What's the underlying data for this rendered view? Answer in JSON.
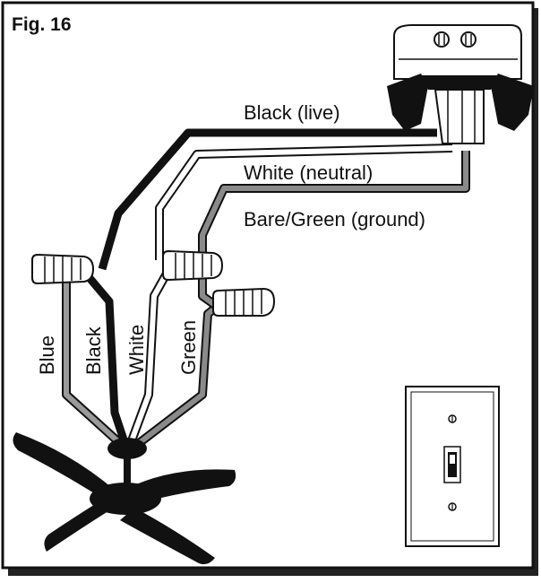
{
  "figure": {
    "label": "Fig. 16"
  },
  "supply_wires": {
    "live": "Black (live)",
    "neutral": "White (neutral)",
    "ground": "Bare/Green (ground)"
  },
  "fan_wires": {
    "blue": "Blue",
    "black": "Black",
    "white": "White",
    "green": "Green"
  },
  "colors": {
    "black_wire": "#111111",
    "white_wire": "#ffffff",
    "ground_wire": "#8a8a8a",
    "blue_wire": "#9a9a9a"
  }
}
